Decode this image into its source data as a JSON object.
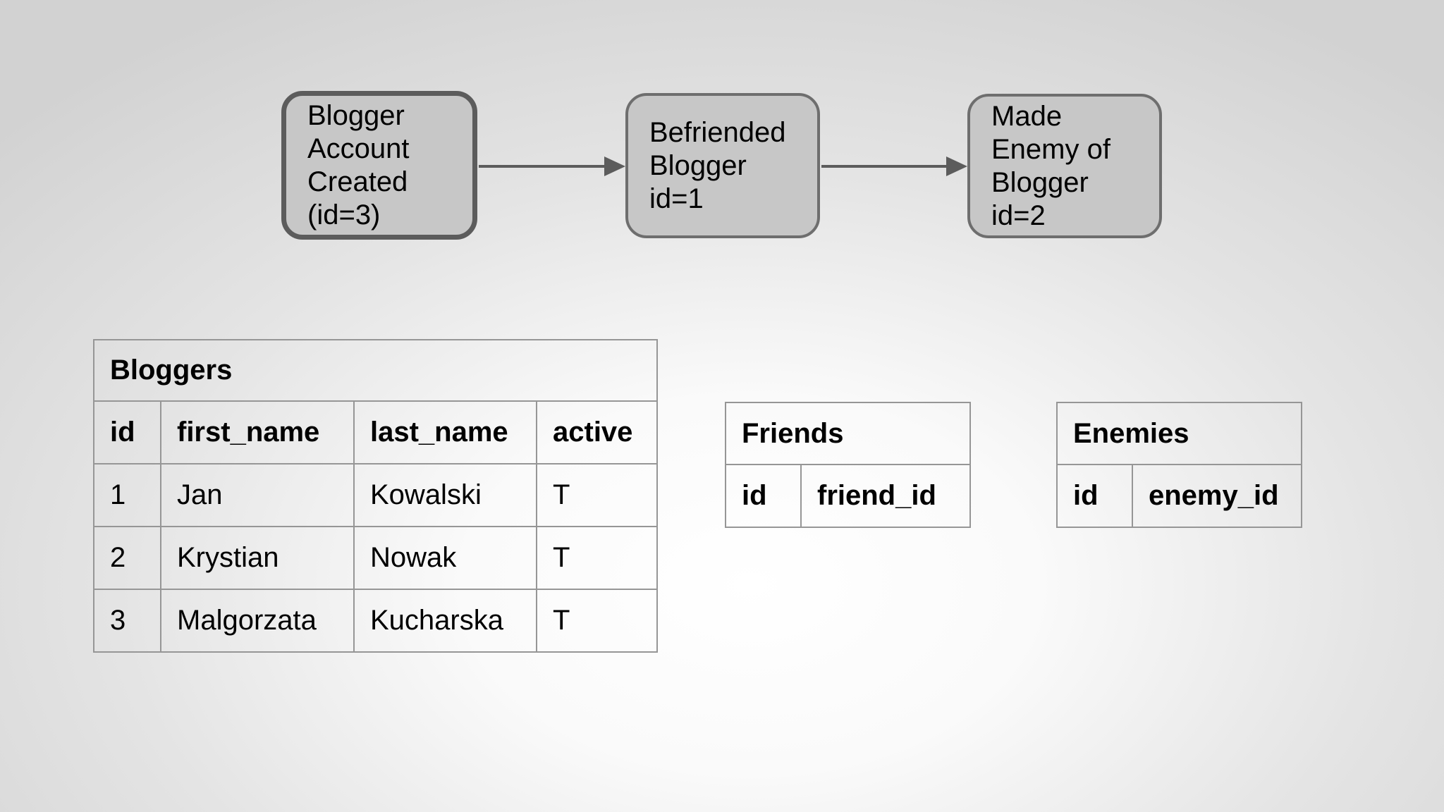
{
  "flow": {
    "nodes": [
      {
        "id": "blogger-account-created",
        "label": "Blogger\nAccount\nCreated\n(id=3)",
        "emphasized": true
      },
      {
        "id": "befriended-blogger",
        "label": "Befriended\nBlogger\nid=1",
        "emphasized": false
      },
      {
        "id": "made-enemy-of-blogger",
        "label": "Made\nEnemy of\nBlogger\nid=2",
        "emphasized": false
      }
    ]
  },
  "tables": {
    "bloggers": {
      "title": "Bloggers",
      "columns": [
        "id",
        "first_name",
        "last_name",
        "active"
      ],
      "rows": [
        [
          "1",
          "Jan",
          "Kowalski",
          "T"
        ],
        [
          "2",
          "Krystian",
          "Nowak",
          "T"
        ],
        [
          "3",
          "Malgorzata",
          "Kucharska",
          "T"
        ]
      ]
    },
    "friends": {
      "title": "Friends",
      "columns": [
        "id",
        "friend_id"
      ],
      "rows": []
    },
    "enemies": {
      "title": "Enemies",
      "columns": [
        "id",
        "enemy_id"
      ],
      "rows": []
    }
  },
  "colors": {
    "bg_center": "#ffffff",
    "bg_edge": "#d2d2d2",
    "node_fill": "#c7c7c7",
    "node_border": "#6e6e6e",
    "node_border_emphasized": "#5c5c5c",
    "arrow": "#5c5c5c",
    "table_border": "#969696"
  }
}
